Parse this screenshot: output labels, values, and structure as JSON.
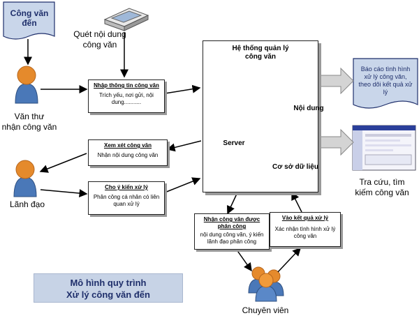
{
  "incoming_doc": "Công văn đến",
  "scan": {
    "line1": "Quét nội dung",
    "line2": "công văn"
  },
  "clerk": {
    "line1": "Văn thư",
    "line2": "nhận công văn"
  },
  "leader": "Lãnh đạo",
  "specialist": "Chuyên viên",
  "input_box": {
    "title": "Nhập thông tin công văn",
    "desc1": "Trích yếu, nơi gửi, nội",
    "desc2": "dung..........."
  },
  "review_box": {
    "title": "Xem xét công văn",
    "desc": "Nhận nội dung công văn"
  },
  "opinion_box": {
    "title": "Cho ý kiến xử lý",
    "desc1": "Phân công cá nhân có liên",
    "desc2": "quan xử lý"
  },
  "receive_box": {
    "title1": "Nhận công văn được",
    "title2": "phân công",
    "desc1": "nội dung công văn, ý kiến",
    "desc2": "lãnh đạo phân công"
  },
  "result_box": {
    "title": "Vào kết quả xử lý",
    "desc1": "Xác nhận tình hình xử lý",
    "desc2": "công văn"
  },
  "system": {
    "title1": "Hệ thống quản lý",
    "title2": "công văn",
    "server": "Server",
    "content": "Nội dung",
    "database": "Cơ sở dữ liệu"
  },
  "report": {
    "line1": "Báo cáo tình hình",
    "line2": "xử lý công văn,",
    "line3": "theo dõi kết quả xử",
    "line4": "lý"
  },
  "search": {
    "line1": "Tra cứu, tìm",
    "line2": "kiếm công văn"
  },
  "model_title": {
    "line1": "Mô hình quy trình",
    "line2": "Xử lý công văn đến"
  },
  "colors": {
    "doc_fill": "#c9d6ea",
    "doc_text": "#1f2f6b",
    "person": "#e58a2c",
    "person_body": "#4a78b8",
    "db": "#2e7fc2",
    "recycle": "#3aa53a"
  }
}
